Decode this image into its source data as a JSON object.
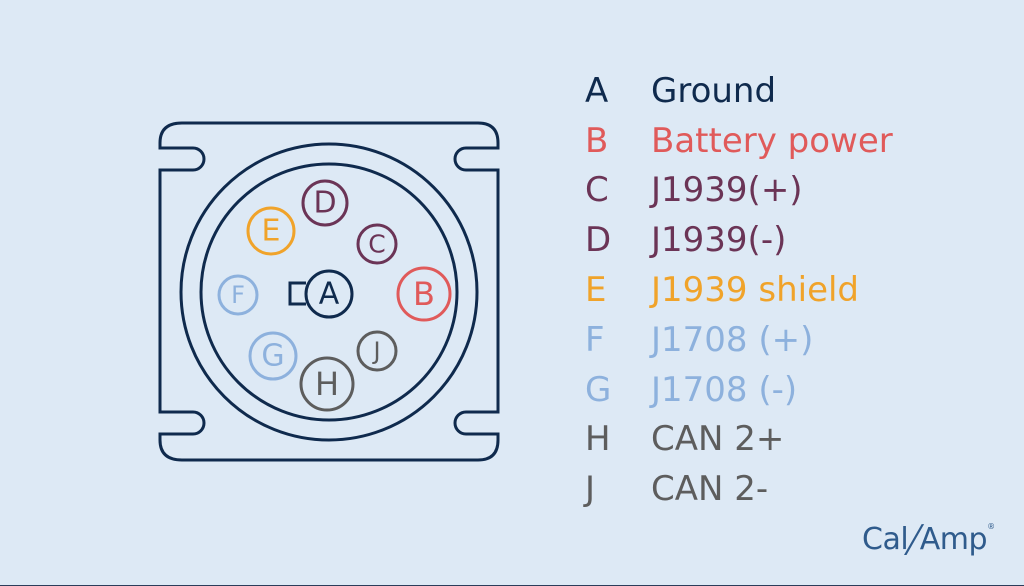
{
  "colors": {
    "background": "#dde9f5",
    "outline": "#0f2a4d",
    "pinA": "#0f2a4d",
    "pinB": "#e05a5a",
    "pinC": "#6b3456",
    "pinD": "#6b3456",
    "pinE": "#f0a32a",
    "pinF": "#8db1dd",
    "pinG": "#8db1dd",
    "pinH": "#5d5d5d",
    "pinJ": "#5d5d5d",
    "logo": "#2f5b8c"
  },
  "pins": [
    {
      "letter": "A",
      "color": "#0f2a4d"
    },
    {
      "letter": "B",
      "color": "#e05a5a"
    },
    {
      "letter": "C",
      "color": "#6b3456"
    },
    {
      "letter": "D",
      "color": "#6b3456"
    },
    {
      "letter": "E",
      "color": "#f0a32a"
    },
    {
      "letter": "F",
      "color": "#8db1dd"
    },
    {
      "letter": "G",
      "color": "#8db1dd"
    },
    {
      "letter": "H",
      "color": "#5d5d5d"
    },
    {
      "letter": "J",
      "color": "#5d5d5d"
    }
  ],
  "legend": [
    {
      "letter": "A",
      "label": "Ground",
      "color": "#0f2a4d"
    },
    {
      "letter": "B",
      "label": "Battery power",
      "color": "#e05a5a"
    },
    {
      "letter": "C",
      "label": "J1939(+)",
      "color": "#6b3456"
    },
    {
      "letter": "D",
      "label": "J1939(-)",
      "color": "#6b3456"
    },
    {
      "letter": "E",
      "label": "J1939 shield",
      "color": "#f0a32a"
    },
    {
      "letter": "F",
      "label": "J1708 (+)",
      "color": "#8db1dd"
    },
    {
      "letter": "G",
      "label": "J1708 (-)",
      "color": "#8db1dd"
    },
    {
      "letter": "H",
      "label": "CAN 2+",
      "color": "#5d5d5d"
    },
    {
      "letter": "J",
      "label": "CAN 2-",
      "color": "#5d5d5d"
    }
  ],
  "logo": {
    "part1": "Cal",
    "part2": "Amp",
    "mark": "®"
  }
}
